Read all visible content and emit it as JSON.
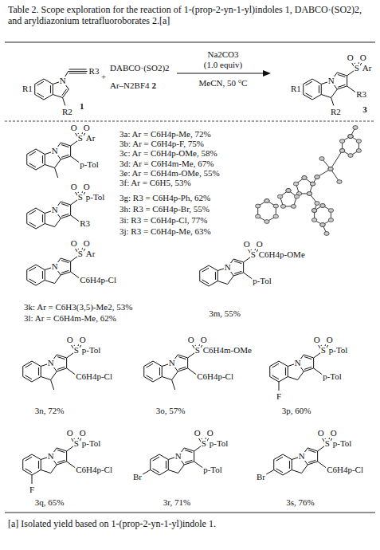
{
  "diagram": {
    "title": "Table 2. Scope exploration for the reaction of 1-(prop-2-yn-1-yl)indoles 1, DABCO·(SO2)2, and aryldiazonium tetrafluoroborates 2.[a]",
    "caption": "[a] Isolated yield based on 1-(prop-2-yn-1-yl)indole 1.",
    "labels": [
      "R3",
      "R1",
      "N",
      "R2",
      "1",
      "+",
      "DABCO·(SO2)2",
      "Ar–N2BF4",
      "2",
      "Na2CO3",
      "(1.0 equiv)",
      "MeCN, 50 °C",
      "N",
      "S",
      "O",
      "O",
      "Ar",
      "R3",
      "R1",
      "R2",
      "3",
      "N",
      "S",
      "O",
      "O",
      "Ar",
      "p-Tol",
      "3a: Ar = C6H4p-Me, 72%",
      "3b: Ar = C6H4p-F, 75%",
      "3c: Ar = C6H4p-OMe, 58%",
      "3d: Ar = C6H4m-Me, 67%",
      "3e: Ar = C6H4m-OMe, 55%",
      "3f: Ar = C6H5, 53%",
      "N",
      "S",
      "O",
      "O",
      "p-Tol",
      "R3",
      "3g: R3 = C6H4p-Ph, 62%",
      "3h: R3 = C6H4p-Br, 55%",
      "3i: R3 = C6H4p-Cl, 77%",
      "3j: R3 = C6H4p-Me, 63%",
      "N",
      "S",
      "O",
      "O",
      "Ar",
      "C6H4p-Cl",
      "3k: Ar = C6H3(3,5)-Me2, 53%",
      "3l: Ar = C6H4m-Me, 62%",
      "N",
      "S",
      "O",
      "O",
      "C6H4p-OMe",
      "p-Tol",
      "3m, 55%",
      "N",
      "S",
      "O",
      "O",
      "p-Tol",
      "C6H4p-Cl",
      "N",
      "S",
      "O",
      "O",
      "C6H4m-OMe",
      "C6H4p-Cl",
      "N",
      "S",
      "O",
      "O",
      "p-Tol",
      "p-Tol",
      "F",
      "3n, 72%",
      "3o, 57%",
      "3p, 60%",
      "N",
      "S",
      "O",
      "O",
      "p-Tol",
      "C6H4p-Cl",
      "F",
      "N",
      "S",
      "O",
      "O",
      "p-Tol",
      "p-Tol",
      "Br",
      "N",
      "S",
      "O",
      "O",
      "p-Tol",
      "C6H4p-Cl",
      "Br",
      "3q, 65%",
      "3r, 71%",
      "3s, 76%"
    ]
  }
}
